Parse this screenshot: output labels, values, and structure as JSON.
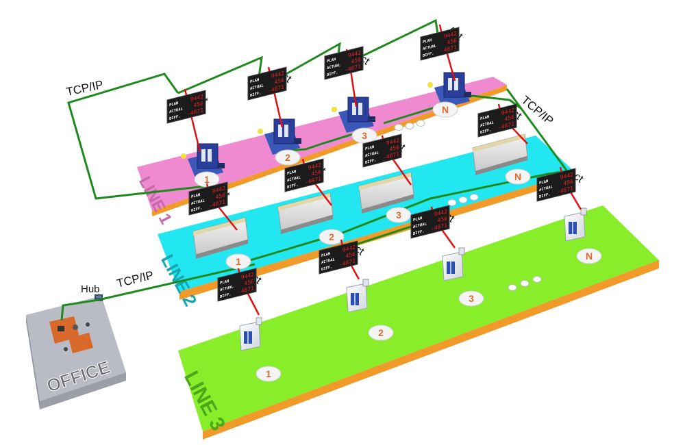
{
  "network": {
    "protocol_label": "TCP/IP",
    "signal_label": "Act",
    "hub_label": "Hub",
    "link_color": "#1e8a1e",
    "signal_color": "#e01010"
  },
  "office": {
    "label": "OFFICE",
    "floor_color": "#b9bcc4",
    "desk_color": "#d8692a"
  },
  "andon_board": {
    "rows": [
      {
        "label": "PLAN",
        "value": "9442"
      },
      {
        "label": "ACTUAL",
        "value": "456"
      },
      {
        "label": "DIFF.",
        "value": "-4871"
      }
    ],
    "face_color": "#1b1b1b",
    "digit_color": "#e62020"
  },
  "lines": [
    {
      "id": "line-1",
      "label": "LINE 1",
      "floor_color": "#f08ad0",
      "edge_color": "#f09a2a",
      "machine_kind": "press",
      "stations": [
        "1",
        "2",
        "3",
        "N"
      ]
    },
    {
      "id": "line-2",
      "label": "LINE 2",
      "floor_color": "#22e6f0",
      "edge_color": "#f09a2a",
      "machine_kind": "conveyor",
      "stations": [
        "1",
        "2",
        "3",
        "N"
      ]
    },
    {
      "id": "line-3",
      "label": "LINE 3",
      "floor_color": "#88ee2a",
      "edge_color": "#f09a2a",
      "machine_kind": "cnc",
      "stations": [
        "1",
        "2",
        "3",
        "N"
      ]
    }
  ]
}
